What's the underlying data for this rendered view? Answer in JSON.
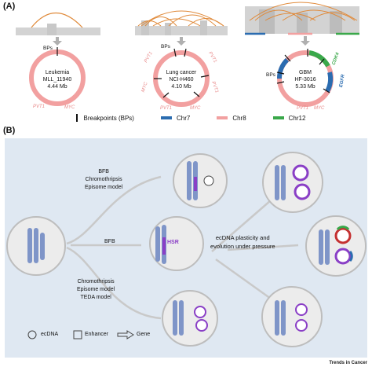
{
  "panel_a": {
    "label": "(A)",
    "circle1": {
      "line1": "Leukemia",
      "line2": "MLL_11940",
      "line3": "4.44 Mb",
      "genes": [
        "PVT1",
        "MYC"
      ]
    },
    "circle2": {
      "line1": "Lung cancer",
      "line2": "NCI-H460",
      "line3": "4.10 Mb",
      "genes": [
        "PVT1",
        "PVT1",
        "MYC",
        "PVT1",
        "PVT1",
        "MYC"
      ]
    },
    "circle3": {
      "line1": "GBM",
      "line2": "HF-3016",
      "line3": "5.33 Mb",
      "genes": [
        "CDK4",
        "EGFR",
        "PVT1",
        "MYC"
      ]
    },
    "bps_label": "BPs"
  },
  "legend": {
    "breakpoints": "Breakpoints (BPs)",
    "chr7": "Chr7",
    "chr8": "Chr8",
    "chr12": "Chr12",
    "colors": {
      "chr7": "#2b6cb0",
      "chr8": "#f2a0a0",
      "chr12": "#3aa84a",
      "arc": "#e08a3a"
    }
  },
  "panel_b": {
    "label": "(B)",
    "path1": [
      "BFB",
      "Chromothripsis",
      "Episome model"
    ],
    "path2": "BFB",
    "path3": [
      "Chromothripsis",
      "Episome model",
      "TEDA model"
    ],
    "hsr": "HSR",
    "center": [
      "ecDNA plasticity and",
      "evolution under pressure"
    ],
    "key": {
      "ecdna": "ecDNA",
      "enhancer": "Enhancer",
      "gene": "Gene"
    }
  },
  "footer": "Trends in Cancer"
}
